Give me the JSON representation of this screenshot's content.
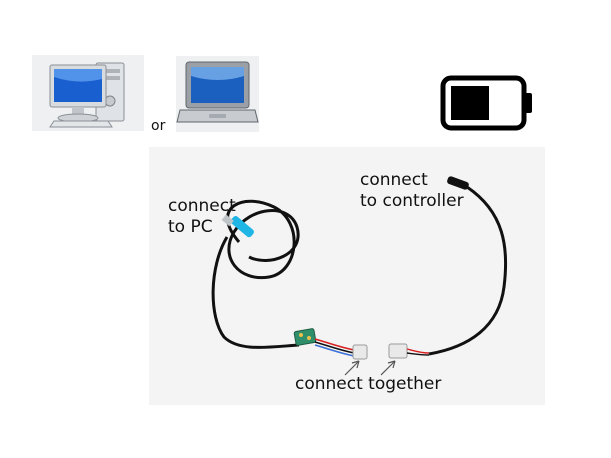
{
  "devices": {
    "desktop_icon": "desktop-computer-icon",
    "laptop_icon": "laptop-icon",
    "separator": "or",
    "battery_icon": "battery-icon"
  },
  "labels": {
    "pc_line1": "connect",
    "pc_line2": "to PC",
    "controller_line1": "connect",
    "controller_line2": "to controller",
    "together": "connect together"
  },
  "colors": {
    "screen_blue": "#1a5fd0",
    "usb_cyan": "#1fb6e6",
    "cable": "#111111",
    "connector_white": "#e9e9e9",
    "pcb_green": "#2f8f6a"
  }
}
